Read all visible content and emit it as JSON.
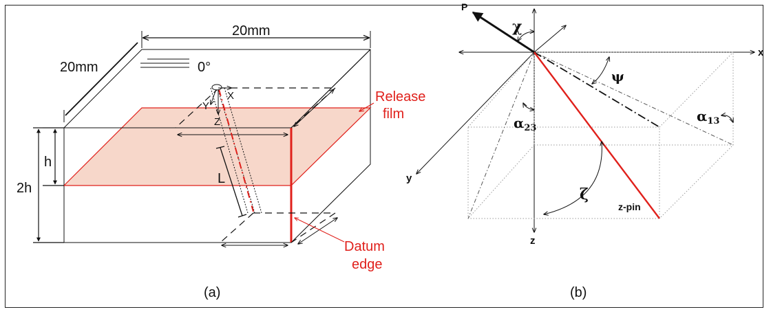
{
  "panel_a": {
    "caption": "(a)",
    "dim_top": "20mm",
    "dim_side": "20mm",
    "angle": "0°",
    "h": "h",
    "two_h": "2h",
    "axis_x": "X",
    "axis_y": "Y",
    "axis_z": "Z",
    "length": "L",
    "release_film_line1": "Release",
    "release_film_line2": "film",
    "datum_line1": "Datum",
    "datum_line2": "edge"
  },
  "panel_b": {
    "caption": "(b)",
    "P": "P",
    "chi": "χ",
    "x": "x",
    "y": "y",
    "z": "z",
    "psi": "ψ",
    "alpha23": "α",
    "alpha23_sub": "23",
    "alpha13": "α",
    "alpha13_sub": "13",
    "zeta": "ζ",
    "zpin": "z-pin"
  },
  "colors": {
    "accent": "#e0201b",
    "film": "#f6d3c4"
  }
}
